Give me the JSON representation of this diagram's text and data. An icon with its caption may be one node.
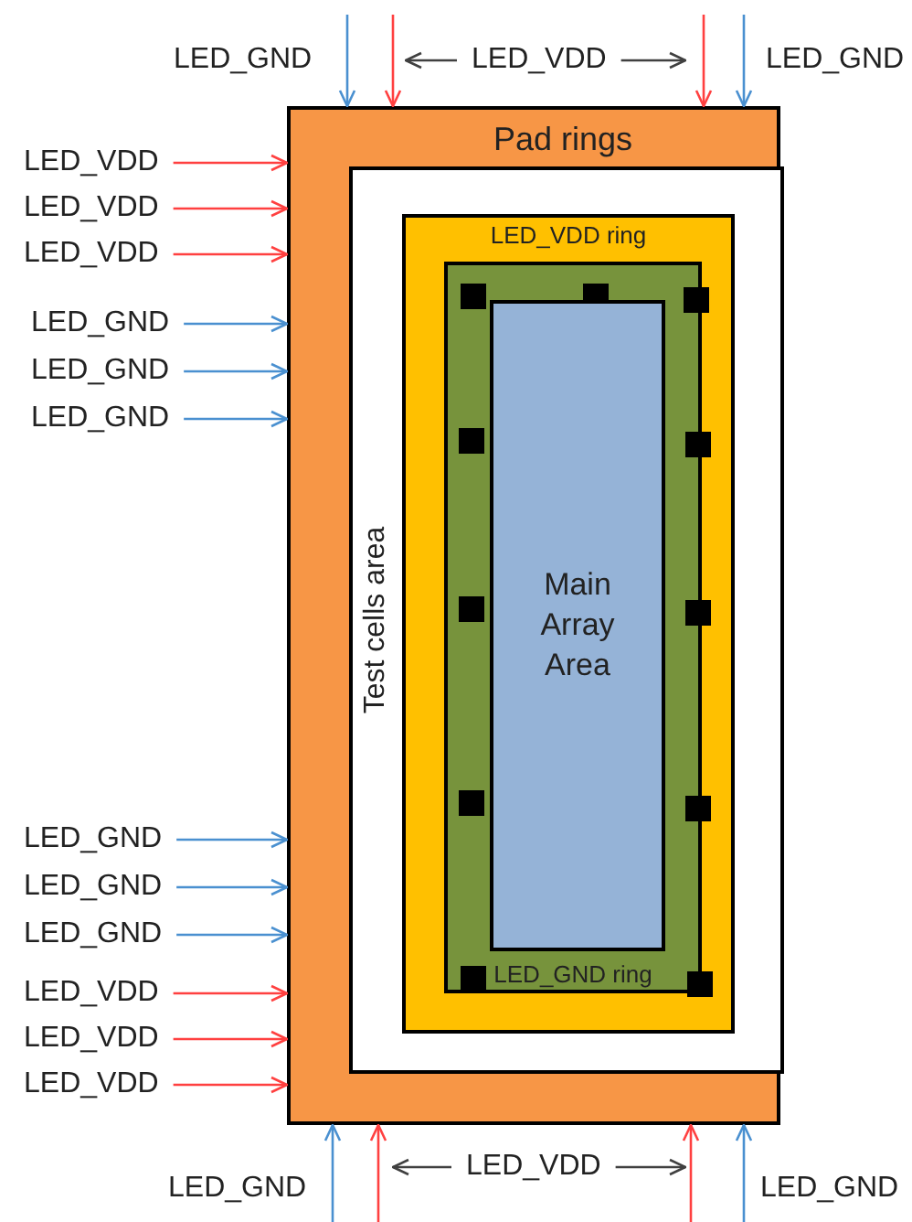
{
  "diagram": {
    "nodes": [
      {
        "text": [
          "LED_VDD"
        ]
      },
      {
        "text": [
          "Pad rings"
        ]
      },
      {
        "text": [
          "Test cells area"
        ],
        "in": 1
      },
      {
        "text": [
          "LED_VDD ring"
        ],
        "in": 2
      },
      {
        "text": [
          "LED_GND ring"
        ],
        "in": 3
      },
      {
        "text": [
          "Main Array Area"
        ],
        "in": 4
      },
      {
        "text": [
          "LED_VDD"
        ]
      },
      {
        "text": [
          "LED_VDD"
        ]
      },
      {
        "text": [
          "LED_VDD"
        ]
      },
      {
        "text": [
          "LED_GND"
        ]
      },
      {
        "text": [
          "LED_GND"
        ]
      },
      {
        "text": [
          "LED_GND"
        ]
      },
      {
        "text": [
          "LED_GND"
        ]
      },
      {
        "text": [
          "LED_GND"
        ]
      },
      {
        "text": [
          "LED_GND"
        ]
      },
      {
        "text": [
          "LED_VDD"
        ]
      },
      {
        "text": [
          "LED_VDD"
        ]
      },
      {
        "text": [
          "LED_VDD"
        ]
      },
      {
        "text": [
          "LED_VDD"
        ]
      }
    ],
    "edges": [
      {
        "from": null,
        "to": 1,
        "arrow": "to",
        "color": "#4a90d0"
      },
      {
        "from": null,
        "to": 1,
        "arrow": "to",
        "color": "#ff4040"
      },
      {
        "from": null,
        "to": 1,
        "arrow": "to",
        "color": "#ff4040"
      },
      {
        "from": null,
        "to": 1,
        "arrow": "to",
        "color": "#4a90d0"
      },
      {
        "from": 0,
        "to": 1,
        "arrow": "to",
        "color": "#404040"
      },
      {
        "from": 0,
        "to": 1,
        "arrow": "to",
        "color": "#404040"
      },
      {
        "from": 6,
        "to": 1,
        "arrow": "to",
        "color": "#ff4040"
      },
      {
        "from": 7,
        "to": 1,
        "arrow": "to",
        "color": "#ff4040"
      },
      {
        "from": 8,
        "to": 1,
        "arrow": "to",
        "color": "#ff4040"
      },
      {
        "from": 9,
        "to": 1,
        "arrow": "to",
        "color": "#4a90d0"
      },
      {
        "from": 10,
        "to": 1,
        "arrow": "to",
        "color": "#4a90d0"
      },
      {
        "from": 11,
        "to": 1,
        "arrow": "to",
        "color": "#4a90d0"
      },
      {
        "from": 12,
        "to": 1,
        "arrow": "to",
        "color": "#4a90d0"
      },
      {
        "from": 13,
        "to": 1,
        "arrow": "to",
        "color": "#4a90d0"
      },
      {
        "from": 14,
        "to": 1,
        "arrow": "to",
        "color": "#4a90d0"
      },
      {
        "from": 15,
        "to": 1,
        "arrow": "to",
        "color": "#ff4040"
      },
      {
        "from": 16,
        "to": 1,
        "arrow": "to",
        "color": "#ff4040"
      },
      {
        "from": 17,
        "to": 1,
        "arrow": "to",
        "color": "#ff4040"
      },
      {
        "from": null,
        "to": 1,
        "arrow": "to",
        "color": "#4a90d0"
      },
      {
        "from": null,
        "to": 1,
        "arrow": "to",
        "color": "#ff4040"
      },
      {
        "from": null,
        "to": 1,
        "arrow": "to",
        "color": "#ff4040"
      },
      {
        "from": null,
        "to": 1,
        "arrow": "to",
        "color": "#4a90d0"
      },
      {
        "from": 18,
        "to": 1,
        "arrow": "to",
        "color": "#404040"
      },
      {
        "from": 18,
        "to": 1,
        "arrow": "to",
        "color": "#404040"
      }
    ],
    "labels": [
      "LED_GND",
      "LED_GND",
      "LED_GND",
      "LED_GND"
    ]
  }
}
